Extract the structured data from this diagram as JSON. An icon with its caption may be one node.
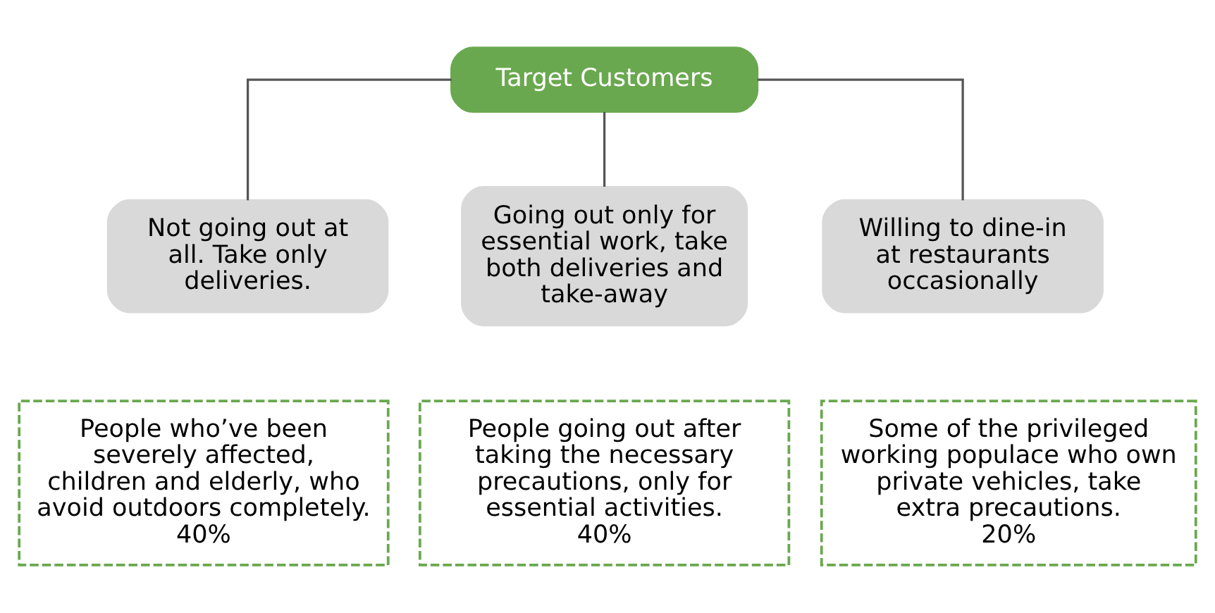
{
  "diagram": {
    "nodes": [
      {
        "text": [
          "Target Customers"
        ]
      },
      {
        "text": [
          "Not going out at all. Take only deliveries."
        ]
      },
      {
        "text": [
          "Going out only for essential work, take both deliveries and take-away"
        ]
      },
      {
        "text": [
          "Willing to dine-in at restaurants occasionally"
        ]
      },
      {
        "text": [
          "People who’ve been severely affected, children and elderly, who avoid outdoors completely.",
          "40%"
        ]
      },
      {
        "text": [
          "People going out after taking the necessary precautions, only for essential activities.",
          "40%"
        ]
      },
      {
        "text": [
          "Some of the privileged working populace who own private vehicles, take extra precautions.",
          "20%"
        ]
      }
    ],
    "edges": [
      {
        "from": 0,
        "to": 1,
        "arrow": "none"
      },
      {
        "from": 0,
        "to": 2,
        "arrow": "none"
      },
      {
        "from": 0,
        "to": 3,
        "arrow": "none"
      }
    ]
  }
}
